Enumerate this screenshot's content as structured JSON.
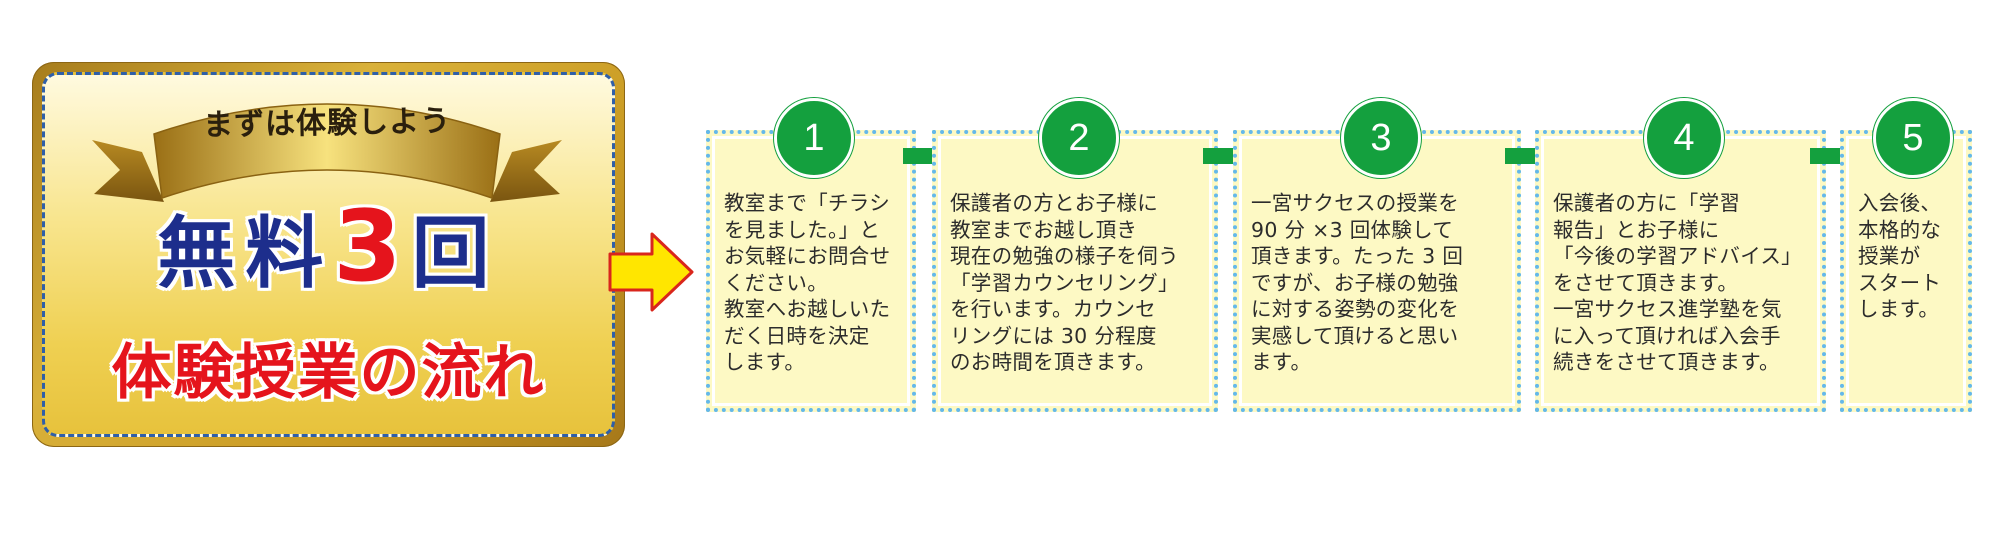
{
  "header": {
    "ribbon": "まずは体験しよう",
    "title_pre": "無料",
    "title_num": "3",
    "title_post": "回",
    "subtitle": "体験授業の流れ"
  },
  "steps": [
    {
      "number": "1",
      "text": "教室まで「チラシ\nを見ました。」と\nお気軽にお問合せ\nください。\n教室へお越しいた\nだく日時を決定\nします。"
    },
    {
      "number": "2",
      "text": "保護者の方とお子様に\n教室までお越し頂き\n現在の勉強の様子を伺う\n「学習カウンセリング」\nを行います。カウンセ\nリングには 30 分程度\nのお時間を頂きます。"
    },
    {
      "number": "3",
      "text": "一宮サクセスの授業を\n90 分 ×3 回体験して\n頂きます。たった 3 回\nですが、お子様の勉強\nに対する姿勢の変化を\n実感して頂けると思い\nます。"
    },
    {
      "number": "4",
      "text": "保護者の方に「学習\n報告」とお子様に\n「今後の学習アドバイス」\nをさせて頂きます。\n一宮サクセス進学塾を気\nに入って頂ければ入会手\n続きをさせて頂きます。"
    },
    {
      "number": "5",
      "text": "入会後、\n本格的な\n授業が\nスタート\nします。"
    }
  ],
  "colors": {
    "step_green": "#14a03e",
    "step_bg": "#fdf9c4",
    "step_border": "#64b8ea",
    "title_navy": "#1d2e8c",
    "title_red": "#e5141c",
    "arrow_yellow": "#ffe600"
  }
}
